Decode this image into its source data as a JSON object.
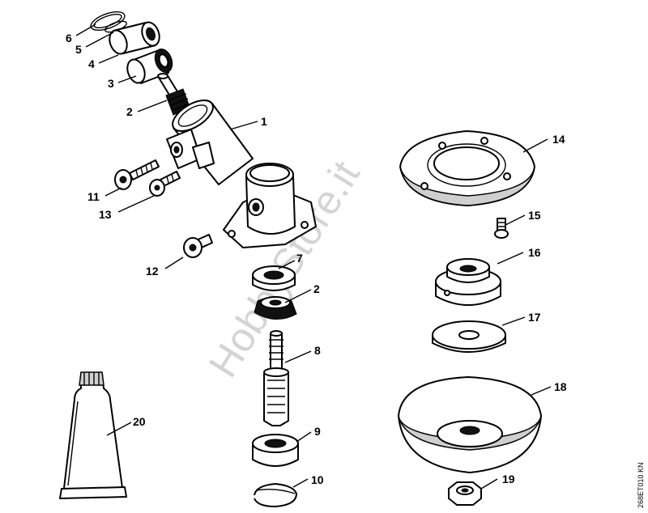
{
  "watermark": "HobbyStore.it",
  "drawing_code": "268ET010 KN",
  "callouts": {
    "n1": "1",
    "n2a": "2",
    "n2b": "2",
    "n3": "3",
    "n4": "4",
    "n5": "5",
    "n6": "6",
    "n7": "7",
    "n8": "8",
    "n9": "9",
    "n10": "10",
    "n11": "11",
    "n12": "12",
    "n13": "13",
    "n14": "14",
    "n15": "15",
    "n16": "16",
    "n17": "17",
    "n18": "18",
    "n19": "19",
    "n20": "20"
  }
}
